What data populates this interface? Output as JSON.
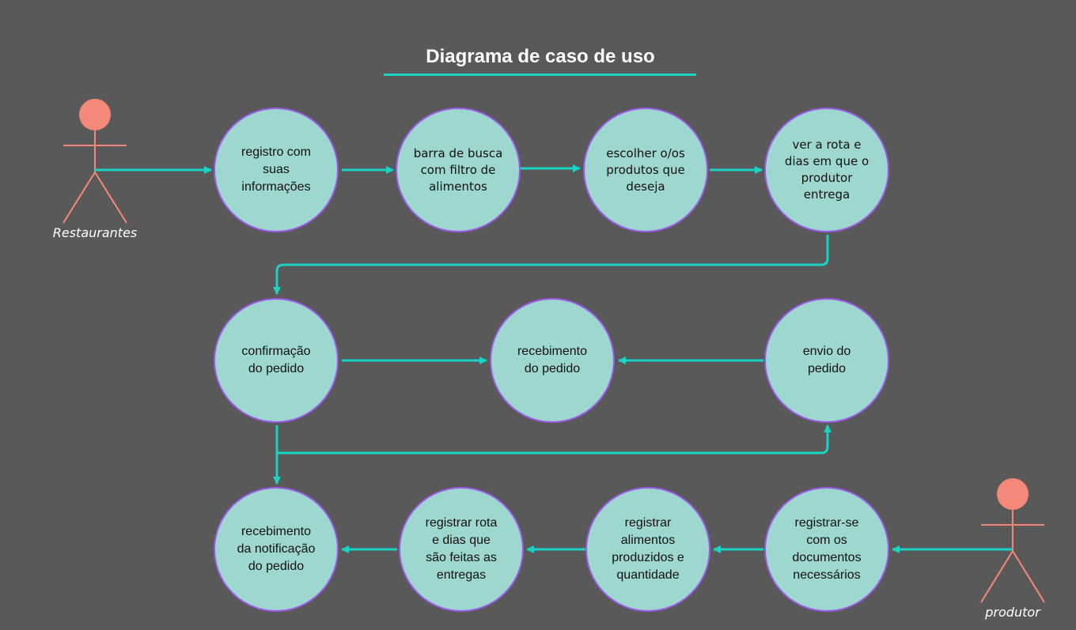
{
  "title": "Diagrama de caso de uso",
  "actors": {
    "restaurantes": "Restaurantes",
    "produtor": "produtor"
  },
  "use_cases": {
    "registro_info": "registro com\nsuas\ninformações",
    "barra_busca": "barra de busca\ncom filtro de\nalimentos",
    "escolher_produtos": "escolher o/os\nprodutos que\ndeseja",
    "ver_rota": "ver a rota e\ndias em que o\nprodutor\nentrega",
    "confirmacao": "confirmação\ndo pedido",
    "recebimento_pedido": "recebimento\ndo pedido",
    "envio_pedido": "envio do\npedido",
    "recebimento_notificacao": "recebimento\nda notificação\ndo pedido",
    "registrar_rota": "registrar rota\ne dias que\nsão feitas as\nentregas",
    "registrar_alimentos": "registrar\nalimentos\nproduzidos e\nquantidade",
    "registrar_se": "registrar-se\ncom os\ndocumentos\nnecessários"
  },
  "colors": {
    "background": "#595959",
    "node_fill": "#9dd7cf",
    "node_border": "#9b59e6",
    "connector": "#19d3c5",
    "actor": "#f4897a",
    "title": "#ffffff"
  }
}
